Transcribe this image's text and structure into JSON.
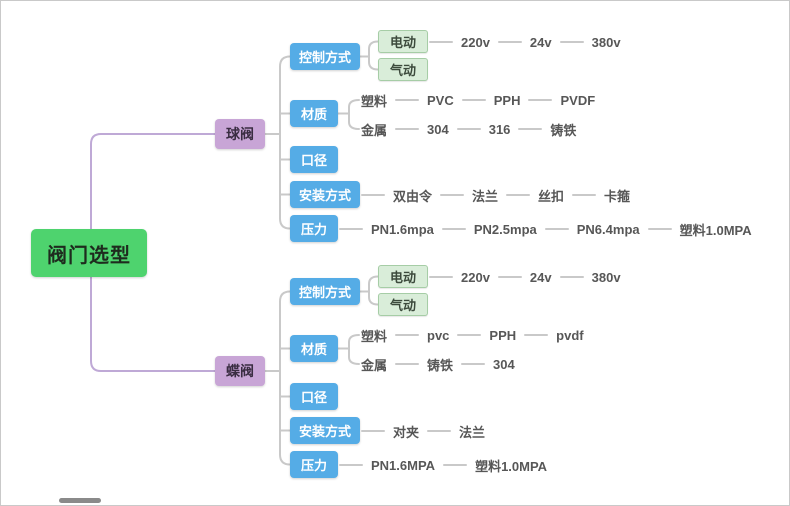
{
  "palette": {
    "root_bg": "#4ed36e",
    "branch_bg": "#c8a5d6",
    "category_bg": "#55ace6",
    "subnode_bg": "#d9edd9",
    "line_color": "#c9c9c9",
    "root_line_color": "#bfa9d6"
  },
  "root": {
    "label": "阀门选型"
  },
  "ball": {
    "label": "球阀",
    "control": {
      "label": "控制方式",
      "electric": "电动",
      "pneumatic": "气动",
      "voltages": [
        "220v",
        "24v",
        "380v"
      ]
    },
    "material": {
      "label": "材质",
      "plastic": "塑料",
      "plastic_types": [
        "PVC",
        "PPH",
        "PVDF"
      ],
      "metal": "金属",
      "metal_types": [
        "304",
        "316",
        "铸铁"
      ]
    },
    "diameter": {
      "label": "口径"
    },
    "install": {
      "label": "安装方式",
      "options": [
        "双由令",
        "法兰",
        "丝扣",
        "卡箍"
      ]
    },
    "pressure": {
      "label": "压力",
      "options": [
        "PN1.6mpa",
        "PN2.5mpa",
        "PN6.4mpa",
        "塑料1.0MPA"
      ]
    }
  },
  "butterfly": {
    "label": "蝶阀",
    "control": {
      "label": "控制方式",
      "electric": "电动",
      "pneumatic": "气动",
      "voltages": [
        "220v",
        "24v",
        "380v"
      ]
    },
    "material": {
      "label": "材质",
      "plastic": "塑料",
      "plastic_types": [
        "pvc",
        "PPH",
        "pvdf"
      ],
      "metal": "金属",
      "metal_types": [
        "铸铁",
        "304"
      ]
    },
    "diameter": {
      "label": "口径"
    },
    "install": {
      "label": "安装方式",
      "options": [
        "对夹",
        "法兰"
      ]
    },
    "pressure": {
      "label": "压力",
      "options": [
        "PN1.6MPA",
        "塑料1.0MPA"
      ]
    }
  }
}
